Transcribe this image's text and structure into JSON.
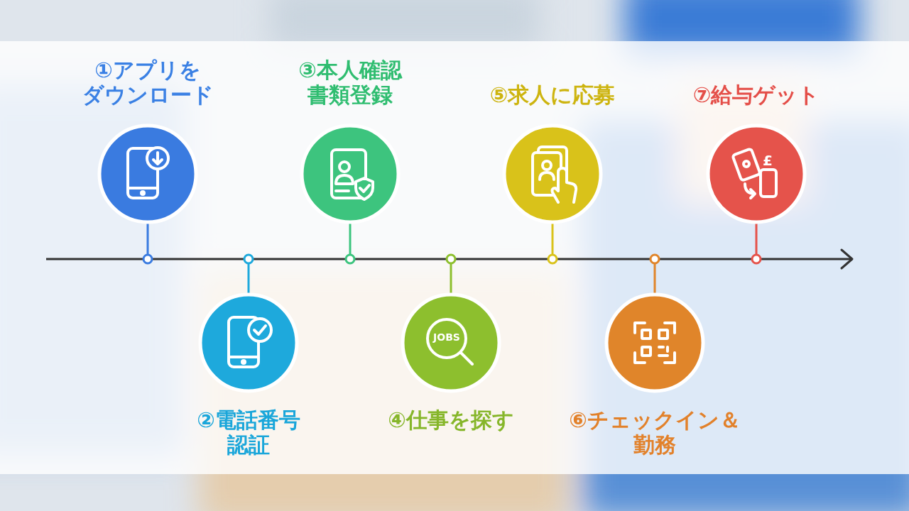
{
  "diagram": {
    "nodes": [
      {
        "text": [
          "①アプリを ダウンロード"
        ]
      },
      {
        "text": [
          "②電話番号 認証"
        ]
      },
      {
        "text": [
          "③本人確認 書類登録"
        ]
      },
      {
        "text": [
          "④仕事を探す"
        ]
      },
      {
        "text": [
          "⑤求人に応募"
        ]
      },
      {
        "text": [
          "⑥チェックイン＆ 勤務"
        ]
      },
      {
        "text": [
          "⑦給与ゲット"
        ]
      }
    ],
    "labels": [
      "JOBS",
      "£"
    ]
  }
}
